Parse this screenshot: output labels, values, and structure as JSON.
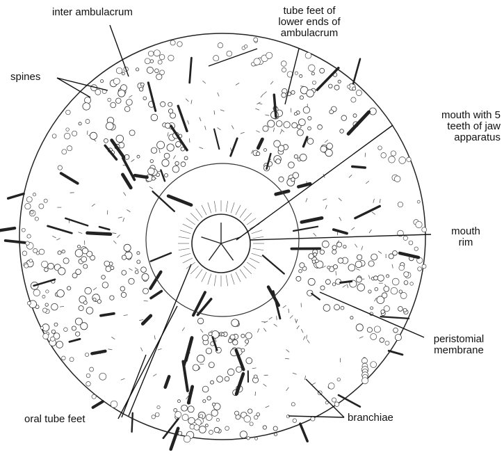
{
  "labels": {
    "inter_ambulacrum": "inter ambulacrum",
    "tube_feet_lower": [
      "tube feet of",
      "lower ends of",
      "ambulacrum"
    ],
    "spines": "spines",
    "mouth_teeth": [
      "mouth with 5",
      "teeth of jaw",
      "apparatus"
    ],
    "mouth_rim": [
      "mouth",
      "rim"
    ],
    "peristomial": [
      "peristomial",
      "membrane"
    ],
    "oral_tube_feet": "oral tube feet",
    "branchiae": "branchiae"
  },
  "colors": {
    "ink": "#111111",
    "paper": "#ffffff"
  }
}
